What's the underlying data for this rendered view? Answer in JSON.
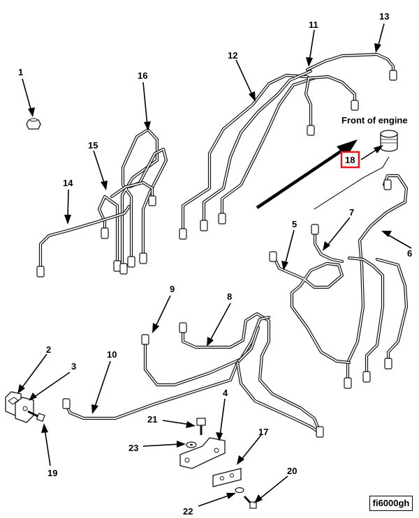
{
  "callouts": {
    "c1": "1",
    "c2": "2",
    "c3": "3",
    "c4": "4",
    "c5": "5",
    "c6": "6",
    "c7": "7",
    "c8": "8",
    "c9": "9",
    "c10": "10",
    "c11": "11",
    "c12": "12",
    "c13": "13",
    "c14": "14",
    "c15": "15",
    "c16": "16",
    "c17": "17",
    "c18": "18",
    "c19": "19",
    "c20": "20",
    "c21": "21",
    "c22": "22",
    "c23": "23"
  },
  "front_label": "Front of engine",
  "reference_code": "fi6000gh",
  "colors": {
    "highlight": "#e8141c",
    "line": "#111111"
  }
}
